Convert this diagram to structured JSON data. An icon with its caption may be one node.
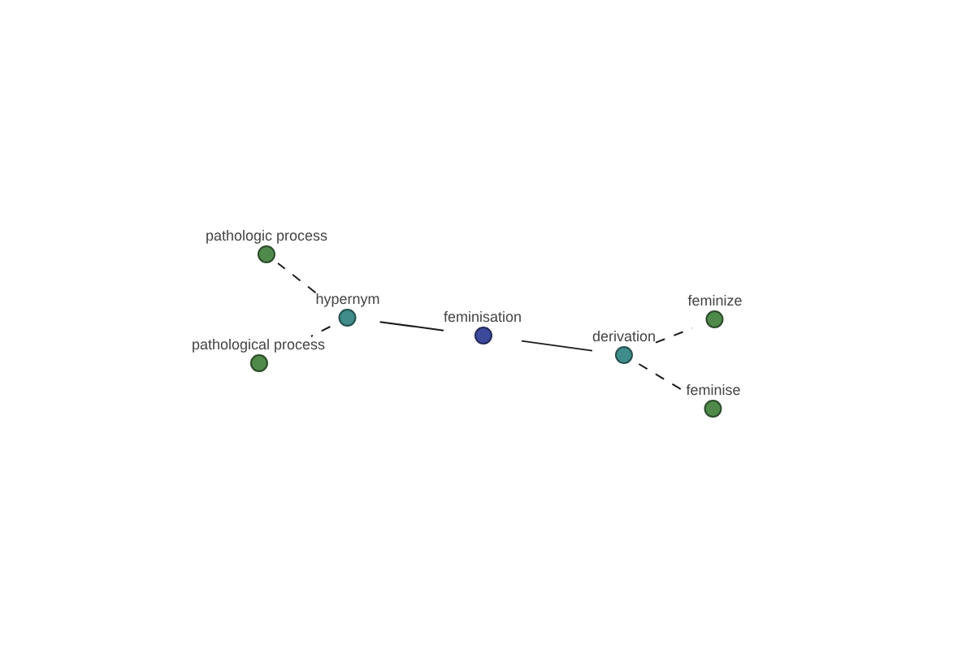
{
  "diagram": {
    "nodes": [
      {
        "text": [
          "pathologic process"
        ]
      },
      {
        "text": [
          "hypernym"
        ]
      },
      {
        "text": [
          "pathological process"
        ]
      },
      {
        "text": [
          "feminisation"
        ]
      },
      {
        "text": [
          "derivation"
        ]
      },
      {
        "text": [
          "feminize"
        ]
      },
      {
        "text": [
          "feminise"
        ]
      }
    ],
    "edges": [
      {
        "from": 3,
        "to": 1,
        "arrow": "none"
      },
      {
        "from": 3,
        "to": 4,
        "arrow": "none"
      },
      {
        "from": 1,
        "to": 0,
        "arrow": "none",
        "style": "dashed"
      },
      {
        "from": 1,
        "to": 2,
        "arrow": "none",
        "style": "dashed"
      },
      {
        "from": 4,
        "to": 5,
        "arrow": "none",
        "style": "dashed"
      },
      {
        "from": 4,
        "to": 6,
        "arrow": "none",
        "style": "dashed"
      }
    ]
  }
}
